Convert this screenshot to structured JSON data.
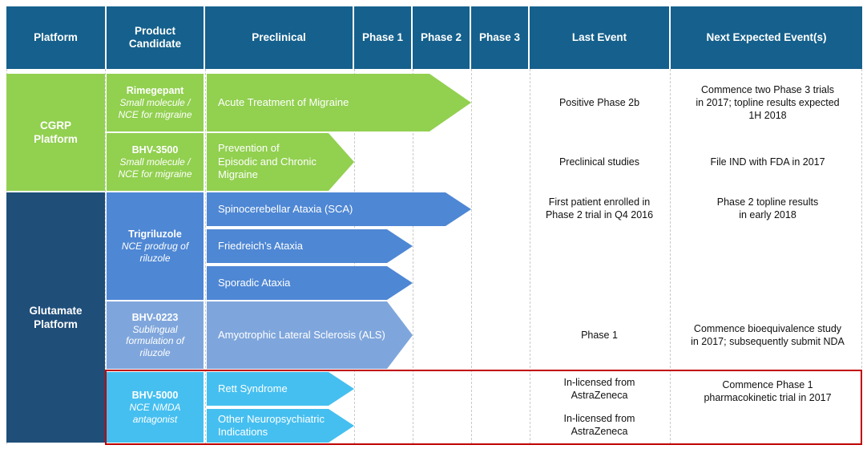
{
  "title": "Biohaven Pharmaceutical Product Pipeline",
  "colors": {
    "header_bg": "#15608C",
    "cgrp_platform": "#92D050",
    "glutamate_platform": "#1F4E79",
    "trigriluzole": "#4E87D4",
    "bhv0223": "#7FA6DC",
    "bhv5000": "#45BFF0",
    "highlight_border": "#C00000",
    "gridline": "#C9C9C9",
    "text_light": "#FFFFFF",
    "text_dark": "#101010"
  },
  "header": {
    "columns": [
      {
        "label": "Platform"
      },
      {
        "label": "Product\nCandidate"
      },
      {
        "label": "Preclinical"
      },
      {
        "label": "Phase 1"
      },
      {
        "label": "Phase 2"
      },
      {
        "label": "Phase 3"
      },
      {
        "label": "Last Event"
      },
      {
        "label": "Next Expected Event(s)"
      }
    ]
  },
  "platforms": [
    {
      "name": "CGRP\nPlatform",
      "color": "#92D050"
    },
    {
      "name": "Glutamate\nPlatform",
      "color": "#1F4E79"
    }
  ],
  "candidates": [
    {
      "name": "Rimegepant",
      "description": "Small molecule /\nNCE for migraine",
      "color": "#92D050",
      "platform": "CGRP Platform"
    },
    {
      "name": "BHV-3500",
      "description": "Small molecule /\nNCE for migraine",
      "color": "#92D050",
      "platform": "CGRP Platform"
    },
    {
      "name": "Trigriluzole",
      "description": "NCE prodrug of\nriluzole",
      "color": "#4E87D4",
      "platform": "Glutamate Platform"
    },
    {
      "name": "BHV-0223",
      "description": "Sublingual\nformulation of\nriluzole",
      "color": "#7FA6DC",
      "platform": "Glutamate Platform"
    },
    {
      "name": "BHV-5000",
      "description": "NCE NMDA\nantagonist",
      "color": "#45BFF0",
      "platform": "Glutamate Platform"
    }
  ],
  "indications": [
    {
      "label": "Acute Treatment of Migraine",
      "candidate": "Rimegepant",
      "progress_phase": "Phase 2",
      "color": "#92D050"
    },
    {
      "label": "Prevention of\nEpisodic and Chronic\nMigraine",
      "candidate": "BHV-3500",
      "progress_phase": "Preclinical",
      "color": "#92D050"
    },
    {
      "label": "Spinocerebellar Ataxia (SCA)",
      "candidate": "Trigriluzole",
      "progress_phase": "Phase 2",
      "color": "#4E87D4"
    },
    {
      "label": "Friedreich’s Ataxia",
      "candidate": "Trigriluzole",
      "progress_phase": "Phase 1",
      "color": "#4E87D4"
    },
    {
      "label": "Sporadic Ataxia",
      "candidate": "Trigriluzole",
      "progress_phase": "Phase 1",
      "color": "#4E87D4"
    },
    {
      "label": "Amyotrophic Lateral Sclerosis (ALS)",
      "candidate": "BHV-0223",
      "progress_phase": "Phase 1",
      "color": "#7FA6DC"
    },
    {
      "label": "Rett Syndrome",
      "candidate": "BHV-5000",
      "progress_phase": "Preclinical",
      "color": "#45BFF0"
    },
    {
      "label": "Other Neuropsychiatric\nIndications",
      "candidate": "BHV-5000",
      "progress_phase": "Preclinical",
      "color": "#45BFF0"
    }
  ],
  "events": [
    {
      "candidate": "Rimegepant",
      "last": "Positive Phase 2b",
      "next": "Commence two Phase 3 trials\nin 2017; topline results expected\n1H 2018"
    },
    {
      "candidate": "BHV-3500",
      "last": "Preclinical studies",
      "next": "File IND with FDA in 2017"
    },
    {
      "candidate": "Trigriluzole",
      "last": "First patient enrolled in\nPhase 2 trial in Q4 2016",
      "next": "Phase 2 topline results\nin early 2018"
    },
    {
      "candidate": "BHV-0223",
      "last": "Phase 1",
      "next": "Commence bioequivalence study\nin 2017; subsequently submit NDA"
    },
    {
      "candidate": "BHV-5000-rett",
      "last": "In-licensed from\nAstraZeneca",
      "next": "Commence Phase 1\npharmacokinetic trial in 2017"
    },
    {
      "candidate": "BHV-5000-other",
      "last": "In-licensed from\nAstraZeneca",
      "next": ""
    }
  ]
}
